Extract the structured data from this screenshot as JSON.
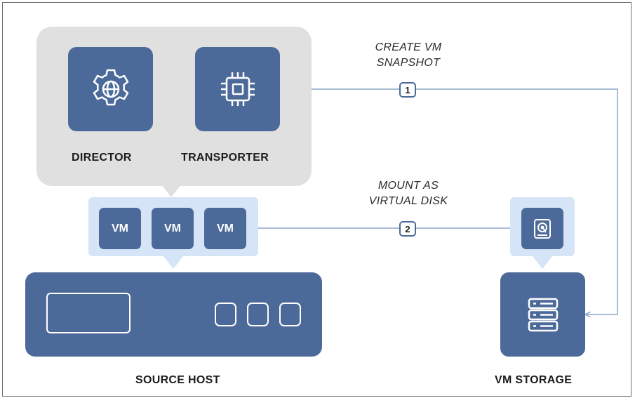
{
  "diagram": {
    "nodes": {
      "director": {
        "label": "DIRECTOR",
        "icon": "gear-globe-icon"
      },
      "transporter": {
        "label": "TRANSPORTER",
        "icon": "cpu-chip-icon"
      },
      "vms": [
        "VM",
        "VM",
        "VM"
      ],
      "source_host": {
        "label": "SOURCE HOST"
      },
      "vm_storage": {
        "label": "VM STORAGE",
        "icon": "server-rack-icon"
      },
      "virtual_disk": {
        "icon": "hard-disk-icon"
      }
    },
    "steps": [
      {
        "number": "1",
        "label_line1": "CREATE VM",
        "label_line2": "SNAPSHOT"
      },
      {
        "number": "2",
        "label_line1": "MOUNT AS",
        "label_line2": "VIRTUAL DISK"
      }
    ],
    "colors": {
      "tile": "#4c6a99",
      "group_background": "#e0e0e0",
      "highlight": "#d6e4f7",
      "connector": "#a8bcd6"
    }
  }
}
